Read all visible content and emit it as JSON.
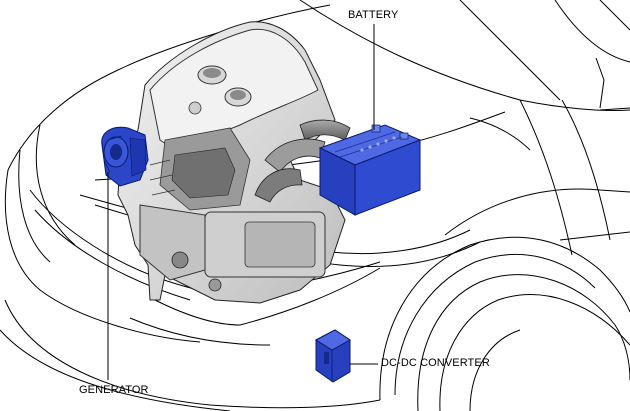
{
  "labels": {
    "battery": "BATTERY",
    "generator": "GENERATOR",
    "dc_dc_converter": "DC-DC CONVERTER"
  },
  "colors": {
    "highlight": "#2b46c9",
    "highlight_dark": "#142a8c",
    "engine_light": "#ededed",
    "engine_mid": "#b8b8b8",
    "engine_dark": "#5a5a5a",
    "outline": "#000000"
  }
}
